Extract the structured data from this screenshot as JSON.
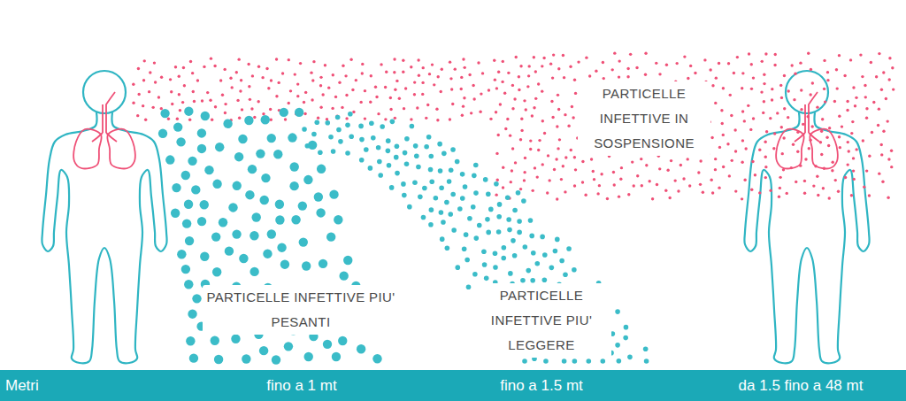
{
  "diagram": {
    "nodes": [
      {
        "text": [
          "Metri",
          "fino a 1 mt",
          "fino a 1.5 mt",
          "da 1.5 fino a 48 mt"
        ]
      }
    ],
    "labels": [
      "PARTICELLE INFETTIVE IN SOSPENSIONE",
      "PARTICELLE INFETTIVE PIU' PESANTI",
      "PARTICELLE INFETTIVE PIU' LEGGERE"
    ]
  }
}
